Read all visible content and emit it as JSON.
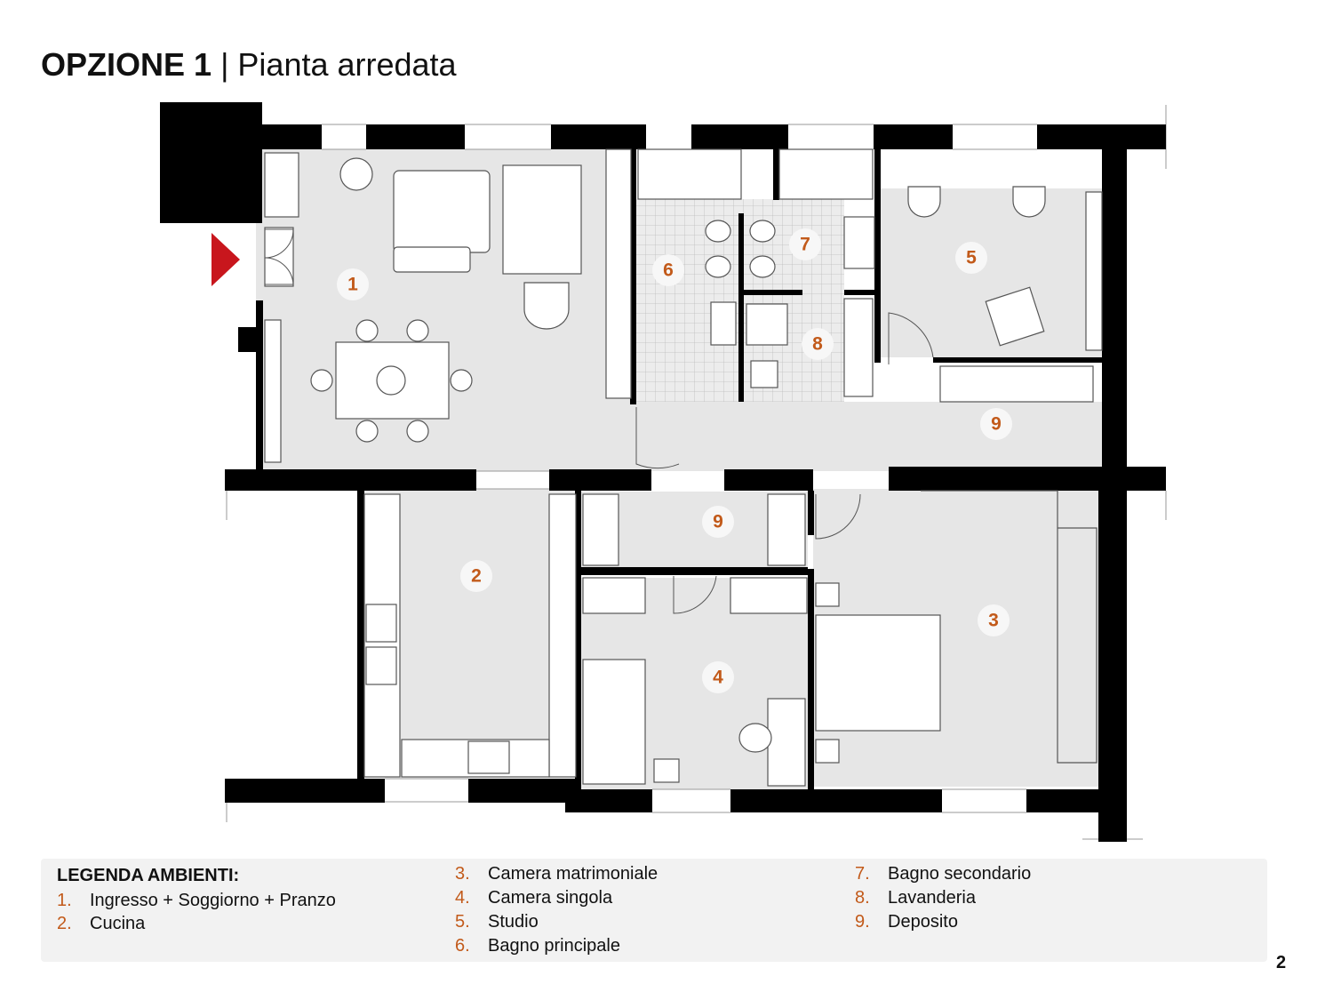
{
  "page": {
    "title_strong": "OPZIONE 1",
    "title_rest": "| Pianta arredata",
    "page_number": "2"
  },
  "colors": {
    "wall": "#000000",
    "floor": "#e6e6e6",
    "accent": "#c25a1a",
    "entrance_arrow": "#c8161d"
  },
  "icons": {
    "entrance": "entrance-arrow-icon"
  },
  "rooms": [
    {
      "number": "1"
    },
    {
      "number": "2"
    },
    {
      "number": "3"
    },
    {
      "number": "4"
    },
    {
      "number": "5"
    },
    {
      "number": "6"
    },
    {
      "number": "7"
    },
    {
      "number": "8"
    },
    {
      "number": "9"
    },
    {
      "number": "9"
    }
  ],
  "legend": {
    "title": "LEGENDA AMBIENTI:",
    "items": [
      {
        "num": "1.",
        "label": "Ingresso + Soggiorno + Pranzo"
      },
      {
        "num": "2.",
        "label": "Cucina"
      },
      {
        "num": "3.",
        "label": "Camera matrimoniale"
      },
      {
        "num": "4.",
        "label": "Camera singola"
      },
      {
        "num": "5.",
        "label": "Studio"
      },
      {
        "num": "6.",
        "label": "Bagno principale"
      },
      {
        "num": "7.",
        "label": "Bagno secondario"
      },
      {
        "num": "8.",
        "label": "Lavanderia"
      },
      {
        "num": "9.",
        "label": "Deposito"
      }
    ]
  }
}
